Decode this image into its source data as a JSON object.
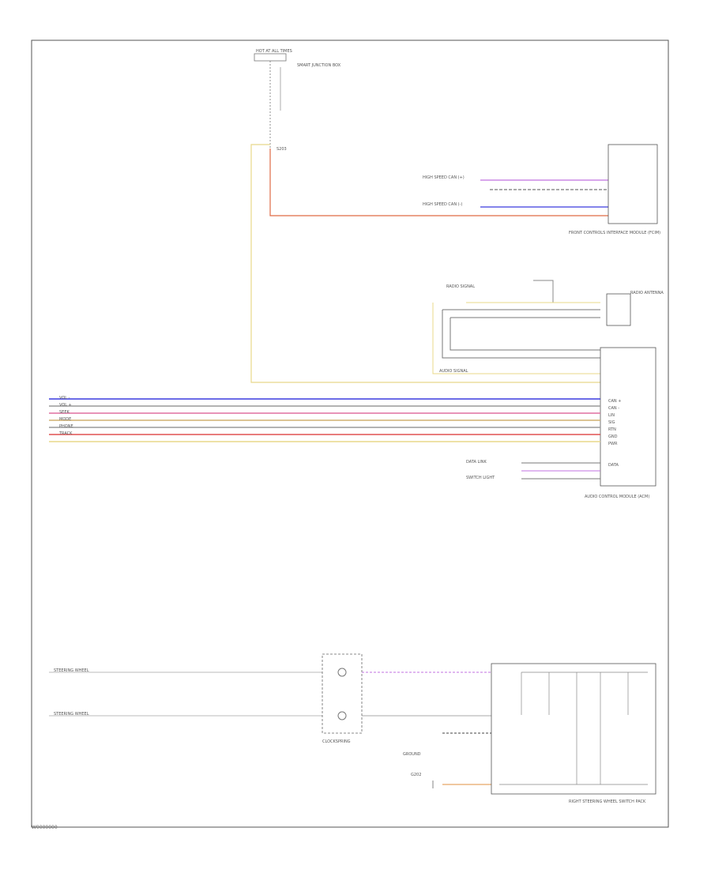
{
  "diagram": {
    "reference_code": "W0000000",
    "colors": {
      "yellow": "#e8d88a",
      "orange": "#e06a45",
      "violet": "#c070e0",
      "blue": "#3a3adf",
      "pink": "#e070a0",
      "red": "#e05050",
      "tan": "#d0b070",
      "gray": "#9a9a9a",
      "black": "#444444"
    },
    "components": {
      "fuse": "HOT AT ALL TIMES",
      "fuse_box": "SMART JUNCTION BOX",
      "sjb_term": "S203",
      "hvac_module": "FRONT CONTROLS INTERFACE MODULE (FCIM)",
      "radio": "RADIO ANTENNA",
      "audio_module": "AUDIO CONTROL MODULE (ACM)",
      "clockspring": "CLOCKSPRING",
      "switch_pack": "RIGHT STEERING WHEEL SWITCH PACK",
      "ground": "G202"
    },
    "notes": [
      "HIGH SPEED CAN (+)",
      "DATA LINK",
      "SWITCH LIGHT",
      "HIGH SPEED CAN (-)",
      "RADIO SIGNAL",
      "STEERING WHEEL",
      "STEERING WHEEL",
      "GROUND",
      "AUDIO SIGNAL"
    ],
    "wire_labels": [
      "VOL -",
      "VOL +",
      "SEEK",
      "MODE",
      "PHONE",
      "TRACK"
    ],
    "circuit_labels": [
      "CAN +",
      "CAN -",
      "LIN",
      "SIG",
      "RTN",
      "GND",
      "PWR",
      "DATA"
    ]
  }
}
